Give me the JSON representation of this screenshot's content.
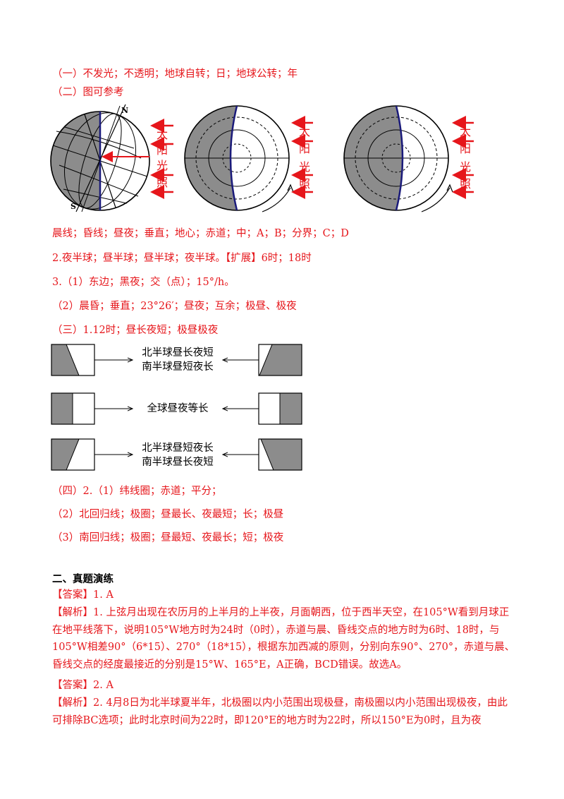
{
  "section1": {
    "line_1": "（一）不发光；不透明；地球自转；日；地球公转；年",
    "line_2": "（二）图可参考"
  },
  "diagram_globes": {
    "north_label": "N",
    "south_label": "S",
    "sunlight_chars": [
      "太",
      "阳",
      "光",
      "照"
    ],
    "colors": {
      "night": "#8c8c8c",
      "arrow": "#e6161b",
      "terminator": "#1a1a7a"
    }
  },
  "answers": {
    "line_3": "晨线；昏线；昼夜；垂直；地心；赤道；中；A；B；分界；C；D",
    "line_4": "2.夜半球；昼半球；昼半球；夜半球。【扩展】6时；18时",
    "line_5": "3.（1）东边；黑夜；交（点）；15°/h。",
    "line_6": "（2）晨昏；垂直；23°26′；昼夜；互余；极昼、极夜",
    "line_7": "（三）1.12时；昼长夜短；极昼极夜"
  },
  "daynight_diagram": {
    "row1": [
      "北半球昼长夜短",
      "南半球昼短夜长"
    ],
    "row2": [
      "全球昼夜等长"
    ],
    "row3": [
      "北半球昼短夜长",
      "南半球昼长夜短"
    ]
  },
  "section4": {
    "line_1": "（四）2.（1）纬线圈；赤道；平分；",
    "line_2": "（2）北回归线；极圈；昼最长、夜最短；长；极昼",
    "line_3": "（3）南回归线；极圈；昼最短、夜最长；短；极夜"
  },
  "section2": {
    "heading": "二、真题演练",
    "answer1": "【答案】1. A",
    "analysis1": "【解析】1. 上弦月出现在农历月的上半月的上半夜，月面朝西，位于西半天空，在105°W看到月球正在地平线落下，说明105°W地方时为24时（0时），赤道与晨、昏线交点的地方时为6时、18时，与105°W相差90°（6*15）、270°（18*15），根据东加西减的原则，分别向东90°、270°，赤道与晨、昏线交点的经度最接近的分别是15°W、165°E，A正确，BCD错误。故选A。",
    "answer2": "【答案】2. A",
    "analysis2": "【解析】2. 4月8日为北半球夏半年，北极圈以内小范围出现极昼，南极圈以内小范围出现极夜，由此可排除BC选项；此时北京时间为22时，即120°E的地方时为22时，所以150°E为0时，且为夜"
  }
}
